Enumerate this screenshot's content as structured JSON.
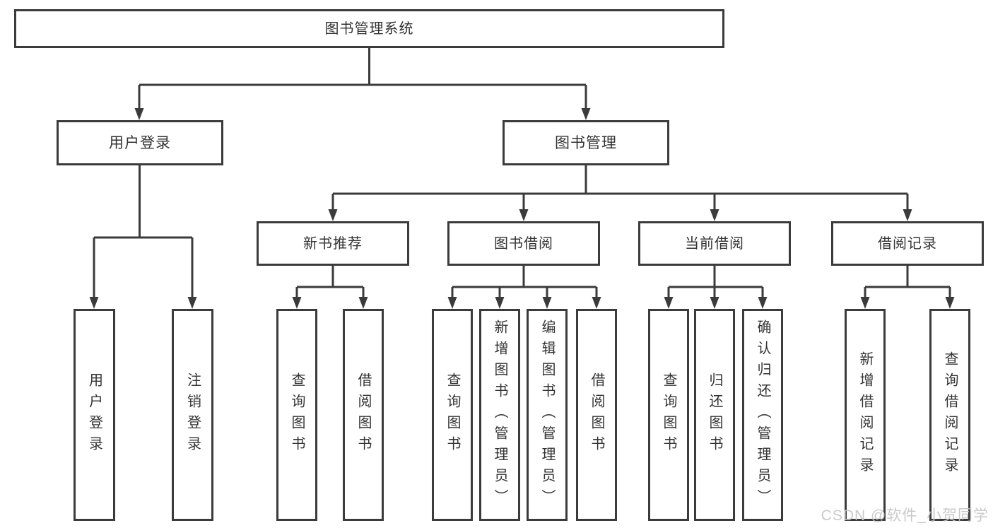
{
  "diagram": {
    "root": {
      "label": "图书管理系统"
    },
    "branches": [
      {
        "label": "用户登录",
        "leaves": [
          "用户登录",
          "注销登录"
        ]
      },
      {
        "label": "图书管理",
        "groups": [
          {
            "label": "新书推荐",
            "leaves": [
              "查询图书",
              "借阅图书"
            ]
          },
          {
            "label": "图书借阅",
            "leaves": [
              "查询图书",
              "新增图书（管理员）",
              "编辑图书（管理员）",
              "借阅图书"
            ]
          },
          {
            "label": "当前借阅",
            "leaves": [
              "查询图书",
              "归还图书",
              "确认归还（管理员）"
            ]
          },
          {
            "label": "借阅记录",
            "leaves": [
              "新增借阅记录",
              "查询借阅记录"
            ]
          }
        ]
      }
    ]
  },
  "watermark": {
    "text": "CSDN @软件_小贺同学"
  },
  "colors": {
    "line": "#3b3b3b",
    "background": "#ffffff",
    "text": "#333333",
    "watermark": "#c7c7c7"
  }
}
